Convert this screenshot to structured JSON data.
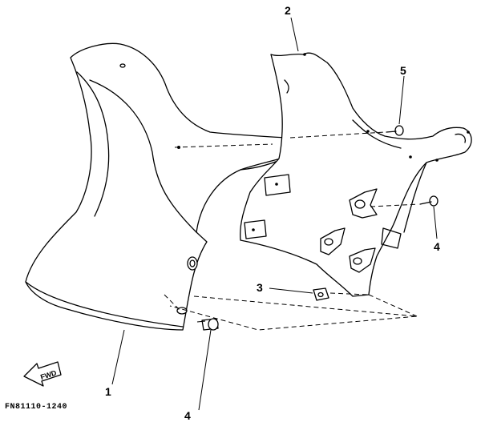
{
  "diagram": {
    "callouts": [
      {
        "id": "c1",
        "label": "1"
      },
      {
        "id": "c2",
        "label": "2"
      },
      {
        "id": "c3",
        "label": "3"
      },
      {
        "id": "c4a",
        "label": "4"
      },
      {
        "id": "c4b",
        "label": "4"
      },
      {
        "id": "c5",
        "label": "5"
      }
    ],
    "direction_arrow": {
      "label": "FWD"
    },
    "figure_code": "FN81110-1240"
  },
  "colors": {
    "line": "#000000",
    "background": "#ffffff"
  }
}
